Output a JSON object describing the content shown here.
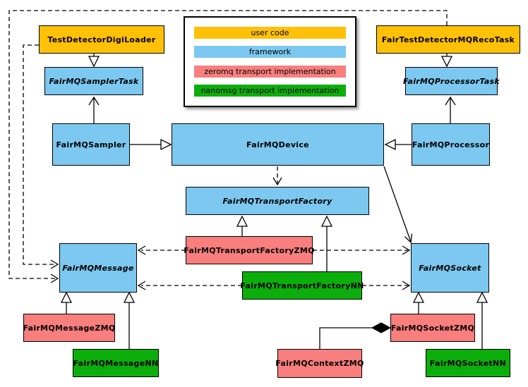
{
  "colors": {
    "user": "#FFC107",
    "framework": "#7CC8F0",
    "zmq": "#F97E7E",
    "nn": "#0CAE0C",
    "border": "#000000",
    "background": "#FFFFFF"
  },
  "legend": {
    "items": [
      {
        "label": "user code",
        "type": "user"
      },
      {
        "label": "framework",
        "type": "framework"
      },
      {
        "label": "zeromq transport implementation",
        "type": "zmq"
      },
      {
        "label": "nanomsg transport implementation",
        "type": "nn"
      }
    ]
  },
  "nodes": {
    "digiLoader": {
      "label": "TestDetectorDigiLoader",
      "type": "user",
      "abstract": false
    },
    "recoTask": {
      "label": "FairTestDetectorMQRecoTask",
      "type": "user",
      "abstract": false
    },
    "samplerTask": {
      "label": "FairMQSamplerTask",
      "type": "framework",
      "abstract": true
    },
    "processorTask": {
      "label": "FairMQProcessorTask",
      "type": "framework",
      "abstract": true
    },
    "sampler": {
      "label": "FairMQSampler",
      "type": "framework",
      "abstract": false
    },
    "device": {
      "label": "FairMQDevice",
      "type": "framework",
      "abstract": false
    },
    "processor": {
      "label": "FairMQProcessor",
      "type": "framework",
      "abstract": false
    },
    "transportFactory": {
      "label": "FairMQTransportFactory",
      "type": "framework",
      "abstract": true
    },
    "transportFactoryZMQ": {
      "label": "FairMQTransportFactoryZMQ",
      "type": "zmq",
      "abstract": false
    },
    "transportFactoryNN": {
      "label": "FairMQTransportFactoryNN",
      "type": "nn",
      "abstract": false
    },
    "message": {
      "label": "FairMQMessage",
      "type": "framework",
      "abstract": true
    },
    "socket": {
      "label": "FairMQSocket",
      "type": "framework",
      "abstract": true
    },
    "messageZMQ": {
      "label": "FairMQMessageZMQ",
      "type": "zmq",
      "abstract": false
    },
    "messageNN": {
      "label": "FairMQMessageNN",
      "type": "nn",
      "abstract": false
    },
    "contextZMQ": {
      "label": "FairMQContextZMQ",
      "type": "zmq",
      "abstract": false
    },
    "socketZMQ": {
      "label": "FairMQSocketZMQ",
      "type": "zmq",
      "abstract": false
    },
    "socketNN": {
      "label": "FairMQSocketNN",
      "type": "nn",
      "abstract": false
    }
  },
  "edges": [
    {
      "from": "TestDetectorDigiLoader",
      "to": "FairMQSamplerTask",
      "relation": "inheritance",
      "style": "solid"
    },
    {
      "from": "FairTestDetectorMQRecoTask",
      "to": "FairMQProcessorTask",
      "relation": "inheritance",
      "style": "solid"
    },
    {
      "from": "FairMQSampler",
      "to": "FairMQDevice",
      "relation": "inheritance",
      "style": "solid"
    },
    {
      "from": "FairMQProcessor",
      "to": "FairMQDevice",
      "relation": "inheritance",
      "style": "solid"
    },
    {
      "from": "FairMQSampler",
      "to": "FairMQSamplerTask",
      "relation": "association",
      "style": "solid"
    },
    {
      "from": "FairMQProcessor",
      "to": "FairMQProcessorTask",
      "relation": "association",
      "style": "solid"
    },
    {
      "from": "FairMQDevice",
      "to": "FairMQTransportFactory",
      "relation": "dependency",
      "style": "dashed"
    },
    {
      "from": "FairMQDevice",
      "to": "FairMQSocket",
      "relation": "association",
      "style": "solid"
    },
    {
      "from": "FairMQTransportFactoryZMQ",
      "to": "FairMQTransportFactory",
      "relation": "inheritance",
      "style": "solid"
    },
    {
      "from": "FairMQTransportFactoryNN",
      "to": "FairMQTransportFactory",
      "relation": "inheritance",
      "style": "solid"
    },
    {
      "from": "FairMQTransportFactoryZMQ",
      "to": "FairMQMessage",
      "relation": "dependency",
      "style": "dashed"
    },
    {
      "from": "FairMQTransportFactoryNN",
      "to": "FairMQMessage",
      "relation": "dependency",
      "style": "dashed"
    },
    {
      "from": "FairMQTransportFactoryZMQ",
      "to": "FairMQSocket",
      "relation": "dependency",
      "style": "dashed"
    },
    {
      "from": "FairMQTransportFactoryNN",
      "to": "FairMQSocket",
      "relation": "dependency",
      "style": "dashed"
    },
    {
      "from": "FairTestDetectorMQRecoTask",
      "to": "FairMQMessage",
      "relation": "dependency",
      "style": "dashed"
    },
    {
      "from": "TestDetectorDigiLoader",
      "to": "FairMQMessage",
      "relation": "dependency",
      "style": "dashed"
    },
    {
      "from": "FairMQMessageZMQ",
      "to": "FairMQMessage",
      "relation": "inheritance",
      "style": "solid"
    },
    {
      "from": "FairMQMessageNN",
      "to": "FairMQMessage",
      "relation": "inheritance",
      "style": "solid"
    },
    {
      "from": "FairMQSocketZMQ",
      "to": "FairMQSocket",
      "relation": "inheritance",
      "style": "solid"
    },
    {
      "from": "FairMQSocketNN",
      "to": "FairMQSocket",
      "relation": "inheritance",
      "style": "solid"
    },
    {
      "from": "FairMQContextZMQ",
      "to": "FairMQSocketZMQ",
      "relation": "composition",
      "style": "solid"
    }
  ]
}
